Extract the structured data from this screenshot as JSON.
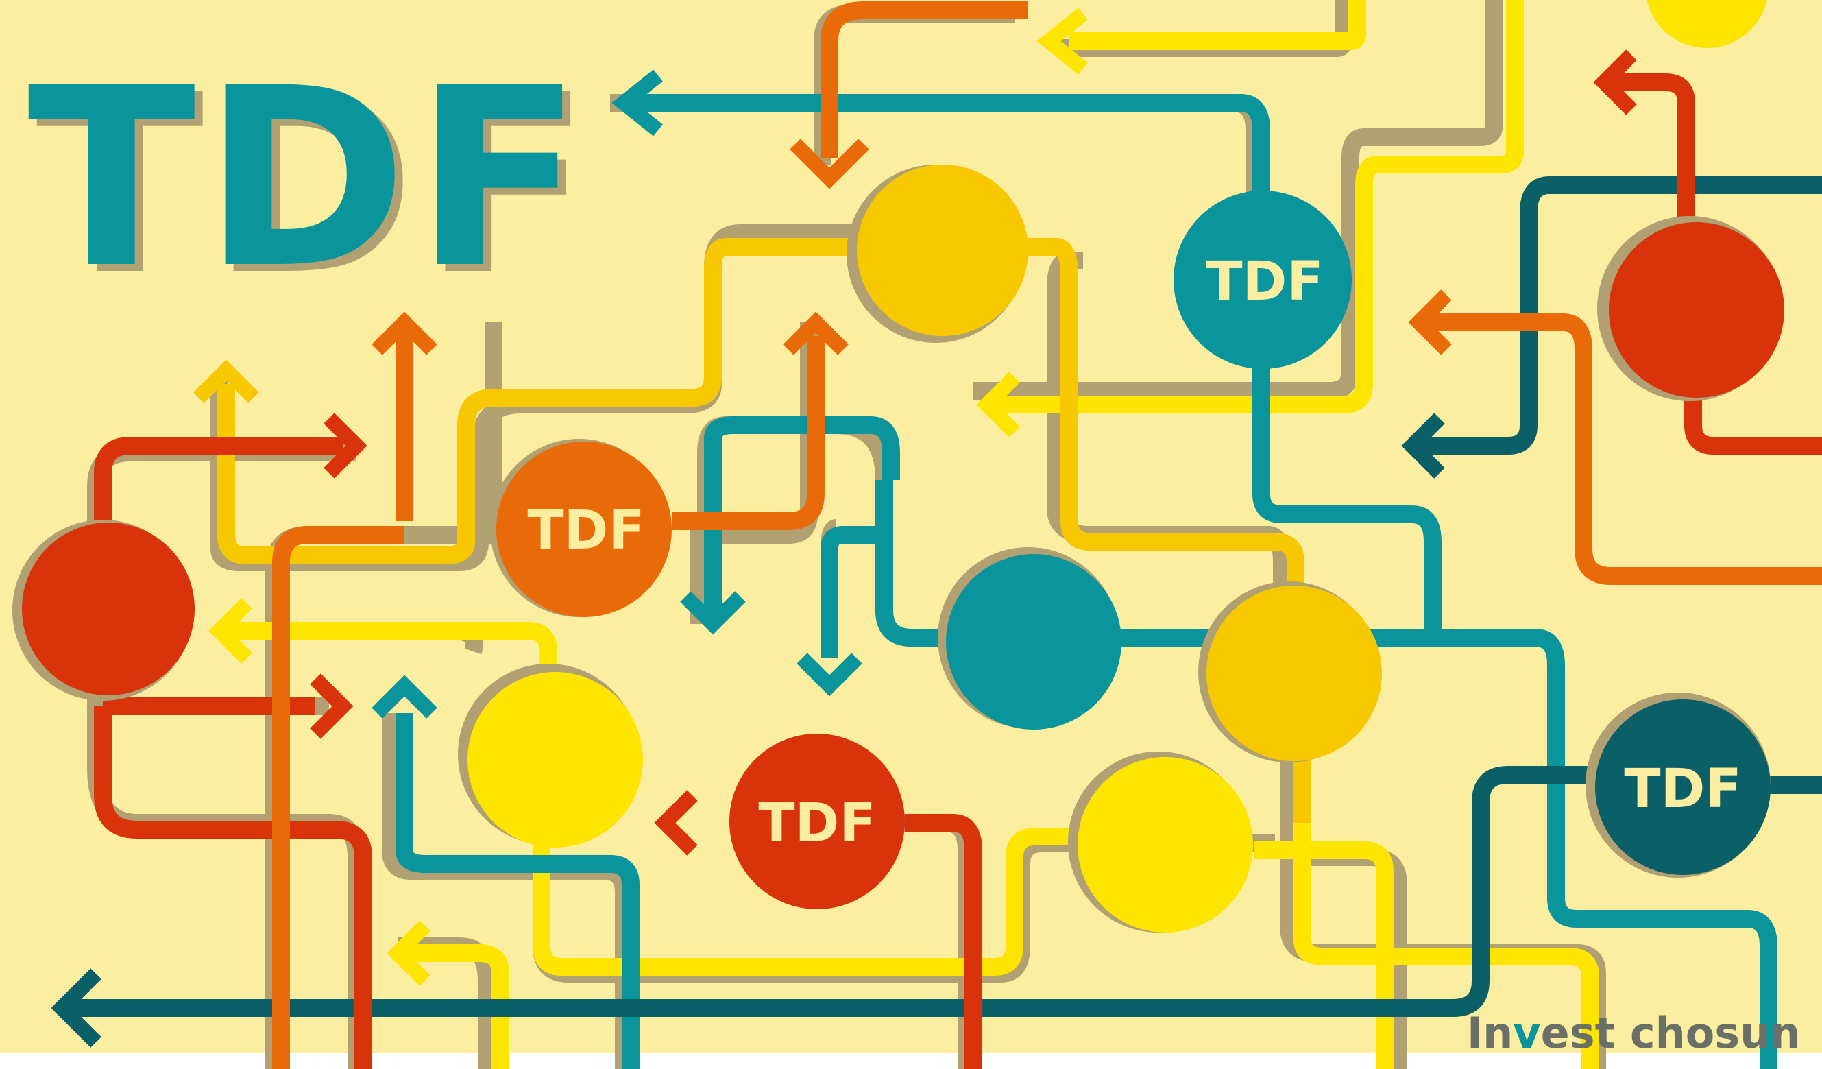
{
  "title": "TDF",
  "node_label": "TDF",
  "watermark": {
    "prefix": "In",
    "highlight": "v",
    "suffix": "est chosun"
  },
  "colors": {
    "background": "#fbeea0",
    "teal": "#0a949c",
    "dark_teal": "#0b5f67",
    "red": "#d9330b",
    "orange": "#e96a08",
    "gold": "#f7c800",
    "yellow": "#fde500",
    "shadow": "#b1a072",
    "label_text": "#fbeea0"
  }
}
